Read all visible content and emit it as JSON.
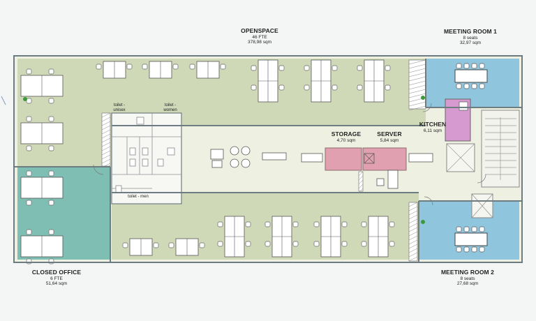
{
  "rooms": {
    "openspace": {
      "title": "OPENSPACE",
      "line1": "46 FTE",
      "line2": "378,98 sqm"
    },
    "meeting1": {
      "title": "MEETING ROOM 1",
      "line1": "8 seats",
      "line2": "32,97 sqm"
    },
    "meeting2": {
      "title": "MEETING ROOM 2",
      "line1": "8 seats",
      "line2": "27,68 sqm"
    },
    "closed_office": {
      "title": "CLOSED OFFICE",
      "line1": "6 FTE",
      "line2": "51,64 sqm"
    },
    "storage": {
      "title": "STORAGE",
      "line1": "4,70 sqm"
    },
    "server": {
      "title": "SERVER",
      "line1": "5,84 sqm"
    },
    "kitchen": {
      "title": "KITCHEN",
      "line1": "6,11 sqm"
    }
  },
  "toilets": {
    "unisex": "toilet - unisex",
    "women": "toilet - women",
    "men": "toilet - men"
  },
  "colors": {
    "openspace": "#cfd9b8",
    "corridor": "#eef1e2",
    "meeting": "#8fc6de",
    "closed_office": "#7fbfb3",
    "storage": "#e0a0b0",
    "kitchen": "#d79ad0",
    "wall": "#7a8a8f"
  }
}
